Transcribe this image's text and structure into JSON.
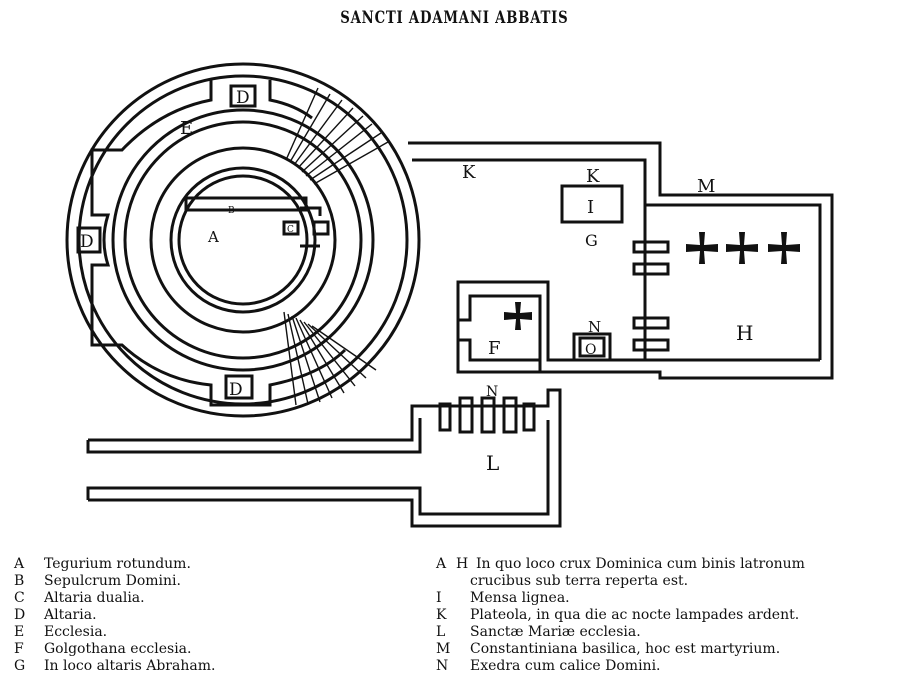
{
  "title": "SANCTI ADAMANI ABBATIS",
  "plan_labels": {
    "A": "A",
    "B": "B",
    "C": "C",
    "D_top": "D",
    "D_left": "D",
    "D_bottom": "D",
    "E": "E",
    "F": "F",
    "G": "G",
    "H": "H",
    "I": "I",
    "K_left": "K",
    "K_box": "K",
    "L": "L",
    "M": "M",
    "N_box": "N",
    "N_exedra": "N",
    "O": "O"
  },
  "legend_left": [
    {
      "key": "A",
      "text": "Tegurium rotundum."
    },
    {
      "key": "B",
      "text": "Sepulcrum Domini."
    },
    {
      "key": "C",
      "text": "Altaria dualia."
    },
    {
      "key": "D",
      "text": "Altaria."
    },
    {
      "key": "E",
      "text": "Ecclesia."
    },
    {
      "key": "F",
      "text": "Golgothana ecclesia."
    },
    {
      "key": "G",
      "text": "In loco altaris Abraham."
    }
  ],
  "legend_right": [
    {
      "prefix": "A",
      "key": "H",
      "text": "In quo loco crux Dominica cum binis latronum",
      "cont": "crucibus sub terra reperta est."
    },
    {
      "prefix": "",
      "key": "I",
      "text": "Mensa lignea.",
      "cont": ""
    },
    {
      "prefix": "",
      "key": "K",
      "text": "Plateola, in qua die ac nocte lampades ardent.",
      "cont": ""
    },
    {
      "prefix": "",
      "key": "L",
      "text": "Sanctæ Mariæ ecclesia.",
      "cont": ""
    },
    {
      "prefix": "",
      "key": "M",
      "text": "Constantiniana basilica, hoc est martyrium.",
      "cont": ""
    },
    {
      "prefix": "",
      "key": "N",
      "text": "Exedra cum calice Domini.",
      "cont": ""
    }
  ]
}
